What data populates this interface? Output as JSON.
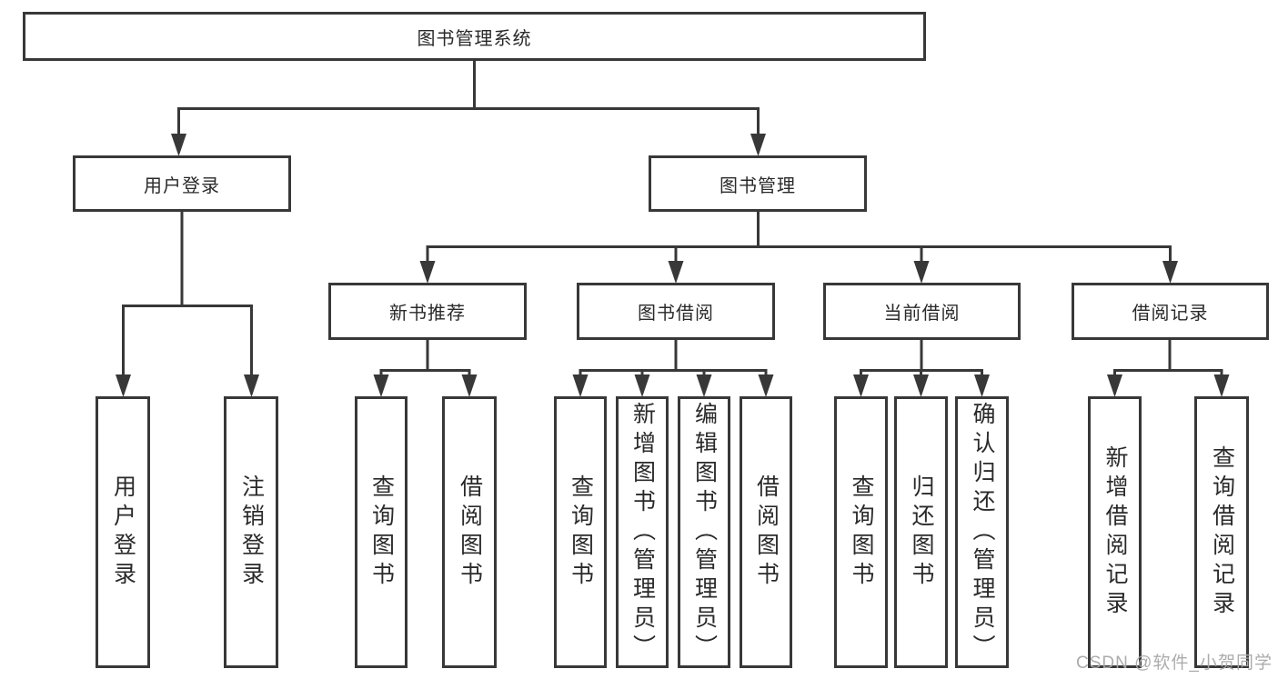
{
  "title": "图书管理系统",
  "watermark": {
    "text": "CSDN @软件_小贺同学"
  },
  "colors": {
    "line": "#383838",
    "box_border": "#383838",
    "text": "#2a2a2a",
    "watermark": "#a8a8a8",
    "background": "#ffffff"
  },
  "tree": {
    "label": "图书管理系统",
    "children": [
      {
        "label": "用户登录",
        "children": [
          {
            "label": "用户登录"
          },
          {
            "label": "注销登录"
          }
        ]
      },
      {
        "label": "图书管理",
        "children": [
          {
            "label": "新书推荐",
            "children": [
              {
                "label": "查询图书"
              },
              {
                "label": "借阅图书"
              }
            ]
          },
          {
            "label": "图书借阅",
            "children": [
              {
                "label": "查询图书"
              },
              {
                "label": "新增图书（管理员）"
              },
              {
                "label": "编辑图书（管理员）"
              },
              {
                "label": "借阅图书"
              }
            ]
          },
          {
            "label": "当前借阅",
            "children": [
              {
                "label": "查询图书"
              },
              {
                "label": "归还图书"
              },
              {
                "label": "确认归还（管理员）"
              }
            ]
          },
          {
            "label": "借阅记录",
            "children": [
              {
                "label": "新增借阅记录"
              },
              {
                "label": "查询借阅记录"
              }
            ]
          }
        ]
      }
    ]
  }
}
